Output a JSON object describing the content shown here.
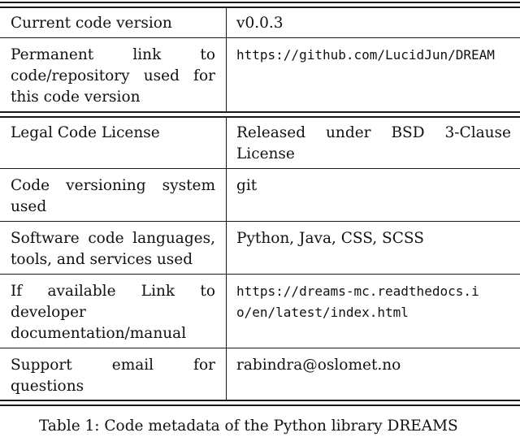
{
  "table": {
    "rows": [
      {
        "label": "Current code version",
        "value": "v0.0.3"
      },
      {
        "label": "Permanent link to code/repository used for this code version",
        "value": "https://github.com/LucidJun/DREAM"
      },
      {
        "label": "Legal Code License",
        "value": "Released under BSD 3-Clause License"
      },
      {
        "label": "Code versioning system used",
        "value": "git"
      },
      {
        "label": "Software code languages, tools, and services used",
        "value": "Python, Java, CSS, SCSS"
      },
      {
        "label": "If available Link to developer documentation/manual",
        "value": "https://dreams-mc.readthedocs.io/en/latest/index.html"
      },
      {
        "label": "Support email for questions",
        "value": "rabindra@oslomet.no"
      }
    ]
  },
  "caption": {
    "text": "Table 1: Code metadata of the Python library DREAMS"
  }
}
